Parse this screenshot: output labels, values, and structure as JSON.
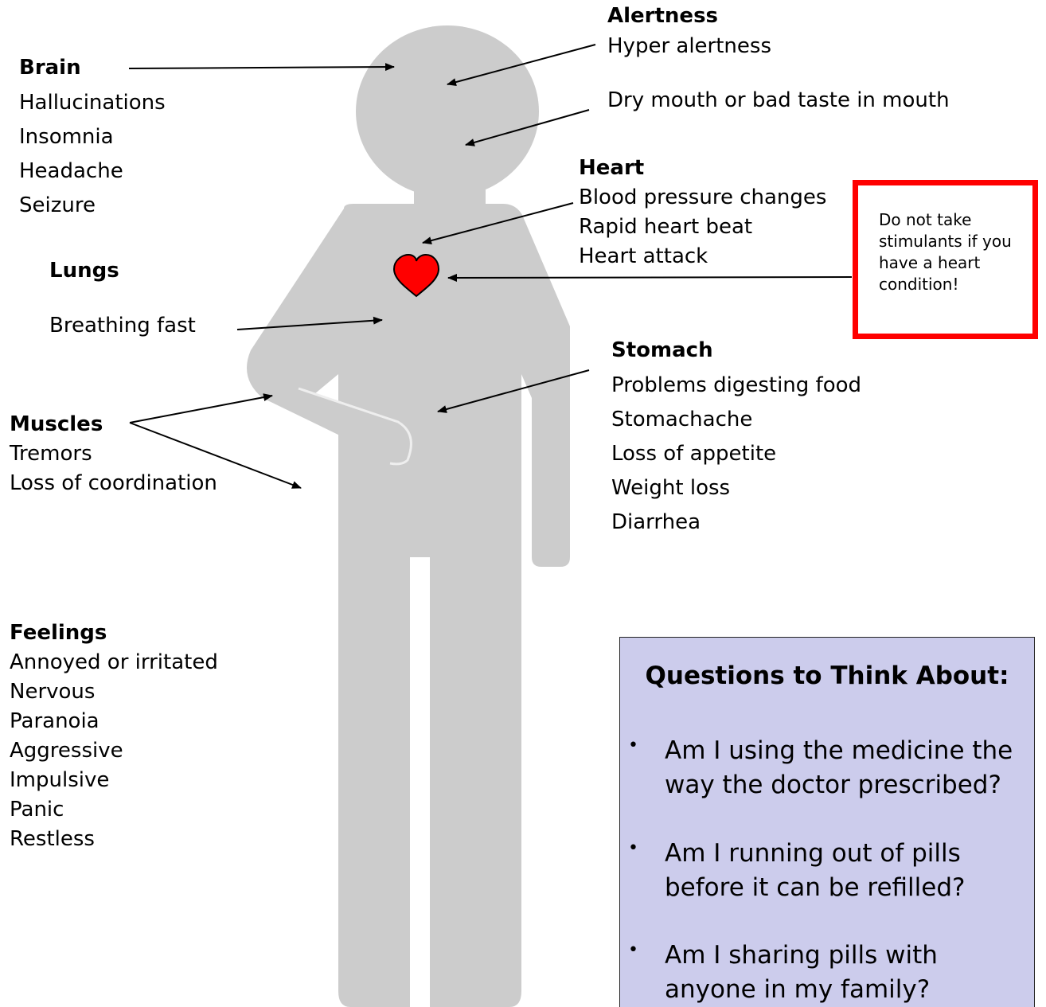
{
  "groups": {
    "brain": {
      "title": "Brain",
      "lines": [
        "Hallucinations",
        "Insomnia",
        "Headache",
        "Seizure"
      ]
    },
    "alertness": {
      "title": "Alertness",
      "lines": [
        "Hyper alertness"
      ]
    },
    "mouth": {
      "text": "Dry mouth or bad taste in mouth"
    },
    "heart": {
      "title": "Heart",
      "lines": [
        "Blood pressure changes",
        "Rapid heart beat",
        "Heart attack"
      ]
    },
    "lungs": {
      "title": "Lungs",
      "lines": [
        "Breathing fast"
      ]
    },
    "stomach": {
      "title": "Stomach",
      "lines": [
        "Problems digesting food",
        "Stomachache",
        "Loss of appetite",
        "Weight loss",
        "Diarrhea"
      ]
    },
    "muscles": {
      "title": "Muscles",
      "lines": [
        "Tremors",
        "Loss of coordination"
      ]
    },
    "feelings": {
      "title": "Feelings",
      "lines": [
        "Annoyed or irritated",
        "Nervous",
        "Paranoia",
        "Aggressive",
        "Impulsive",
        "Panic",
        "Restless"
      ]
    }
  },
  "warning": {
    "text": "Do not take stimulants if you have a heart condition!"
  },
  "questions": {
    "title": "Questions to Think About:",
    "items": [
      "Am I using the medicine the way the doctor prescribed?",
      "Am I running out of pills before it can be refilled?",
      "Am I sharing pills with anyone in my family?"
    ]
  },
  "colors": {
    "figure": "#cccccc",
    "heart": "#ff0000",
    "warning_border": "#ff0000",
    "questions_bg": "#ccccec"
  }
}
